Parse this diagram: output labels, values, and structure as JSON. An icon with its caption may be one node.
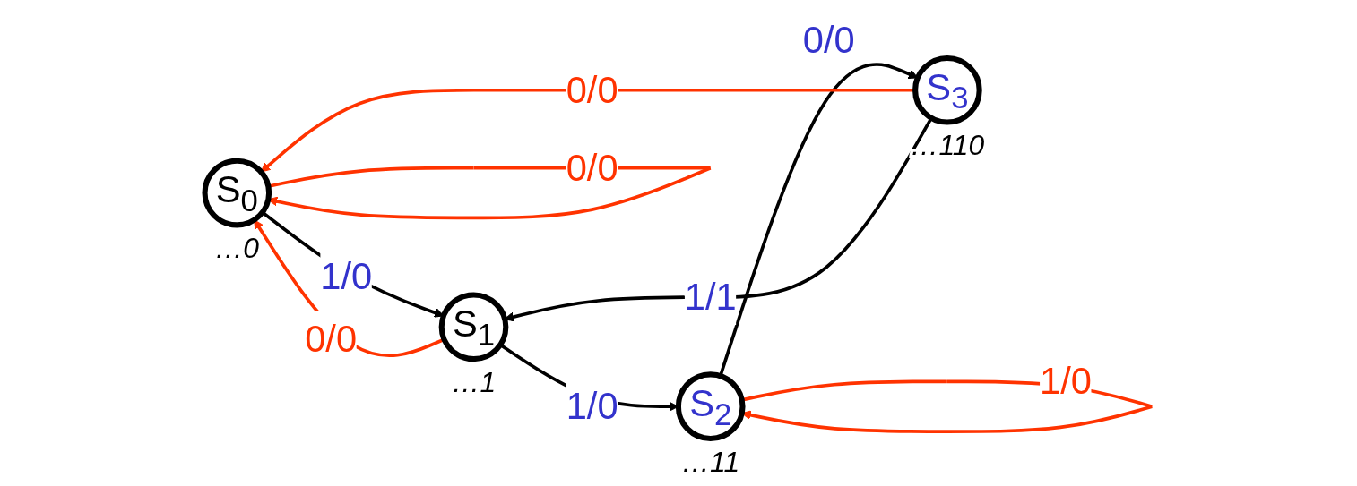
{
  "diagram": {
    "nodes": [
      {
        "text": [
          "S$_{0}$"
        ],
        "beside": [
          "…0"
        ]
      },
      {
        "text": [
          "S$_{1}$"
        ],
        "beside": [
          "…1"
        ]
      },
      {
        "text": [
          "S$_{2}$"
        ],
        "beside": [
          "…11"
        ]
      },
      {
        "text": [
          "S$_{3}$"
        ],
        "beside": [
          "…110"
        ]
      }
    ],
    "edges": [
      {
        "from": 0,
        "to": 0,
        "arrow": "to",
        "label": "0/0",
        "color": "#ff3300"
      },
      {
        "from": 0,
        "to": 1,
        "arrow": "to",
        "label": "1/0",
        "color": "#000000"
      },
      {
        "from": 1,
        "to": 0,
        "arrow": "to",
        "label": "0/0",
        "color": "#ff3300"
      },
      {
        "from": 1,
        "to": 2,
        "arrow": "to",
        "label": "1/0",
        "color": "#000000"
      },
      {
        "from": 2,
        "to": 2,
        "arrow": "to",
        "label": "1/0",
        "color": "#ff3300"
      },
      {
        "from": 2,
        "to": 3,
        "arrow": "to",
        "label": "0/0",
        "color": "#000000"
      },
      {
        "from": 3,
        "to": 0,
        "arrow": "to",
        "label": "0/0",
        "color": "#ff3300"
      },
      {
        "from": 3,
        "to": 1,
        "arrow": "to",
        "label": "1/1",
        "color": "#000000"
      }
    ]
  }
}
